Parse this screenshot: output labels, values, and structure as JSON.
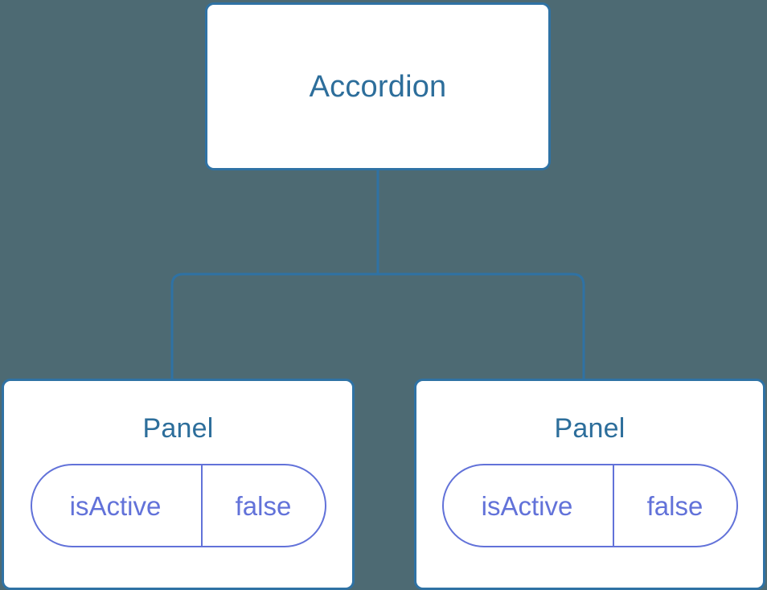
{
  "diagram": {
    "type": "component-tree",
    "background_color": "#4d6a73",
    "node_border_color": "#2f72a4",
    "node_text_color": "#2d6e9b",
    "connector_color": "#2f72a4",
    "prop_color": "#6272d9",
    "root": {
      "label": "Accordion"
    },
    "children": [
      {
        "label": "Panel",
        "props": [
          {
            "key": "isActive",
            "value": "false"
          }
        ]
      },
      {
        "label": "Panel",
        "props": [
          {
            "key": "isActive",
            "value": "false"
          }
        ]
      }
    ]
  }
}
